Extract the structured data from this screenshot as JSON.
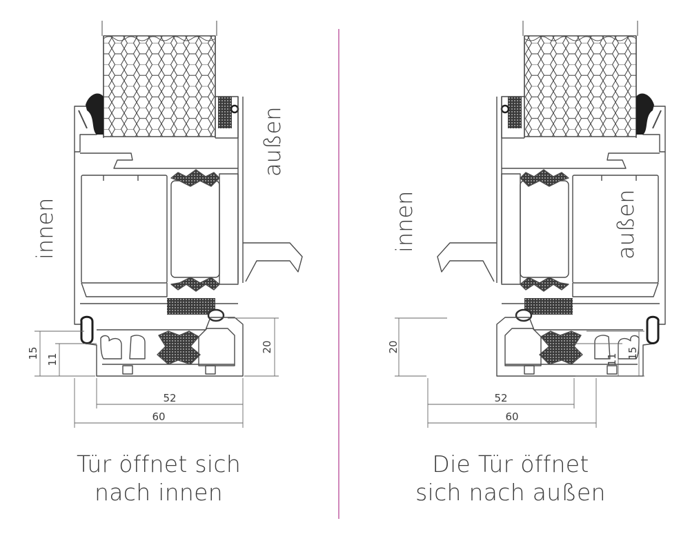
{
  "colors": {
    "line": "#4a4a4a",
    "divider": "#b23a8e",
    "dim_line": "#666666",
    "gasket": "#2e2e2e"
  },
  "left_panel": {
    "label_inside": "innen",
    "label_outside": "außen",
    "dim_width_inner": "52",
    "dim_width_outer": "60",
    "dim_height_right": "20",
    "dim_height_left_outer": "15",
    "dim_height_left_inner": "11",
    "caption_line1": "Tür öffnet sich",
    "caption_line2": "nach innen"
  },
  "right_panel": {
    "label_inside": "innen",
    "label_outside": "außen",
    "dim_width_inner": "52",
    "dim_width_outer": "60",
    "dim_height_left": "20",
    "dim_height_right_inner": "11",
    "dim_height_right_outer": "15",
    "caption_line1": "Die Tür öffnet",
    "caption_line2": "sich nach außen"
  }
}
